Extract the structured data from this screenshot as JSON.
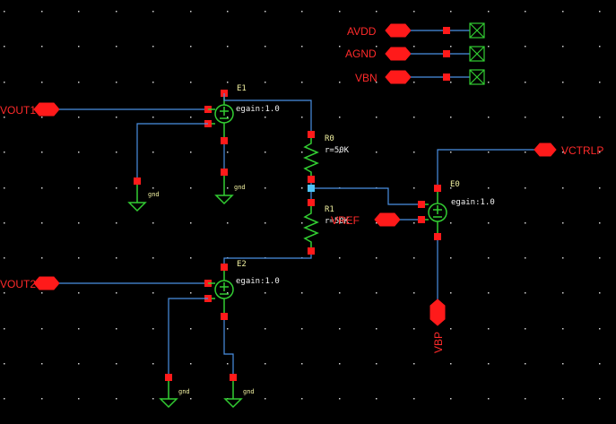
{
  "schematic": {
    "background": "#000000",
    "wire_color": "#4a90e2",
    "symbol_color": "#32cd32",
    "pin_color": "#ff1a1a",
    "highlight_node_color": "#4fc3f7",
    "pins": {
      "avdd": "AVDD",
      "agnd": "AGND",
      "vbn": "VBN",
      "vout1": "VOUT1",
      "vout2": "VOUT2",
      "vctrlp": "VCTRLP",
      "vref": "VREF",
      "vbp": "VBP"
    },
    "instances": {
      "e1": {
        "name": "E1",
        "param": "egain:1.0"
      },
      "e2": {
        "name": "E2",
        "param": "egain:1.0"
      },
      "e0": {
        "name": "E0",
        "param": "egain:1.0"
      },
      "r0": {
        "name": "R0",
        "param": "r=50K"
      },
      "r1": {
        "name": "R1",
        "param": "r=50K"
      }
    },
    "gnd_labels": {
      "g1": "gnd",
      "g2": "gnd",
      "g3": "gnd",
      "g4": "gnd"
    }
  }
}
